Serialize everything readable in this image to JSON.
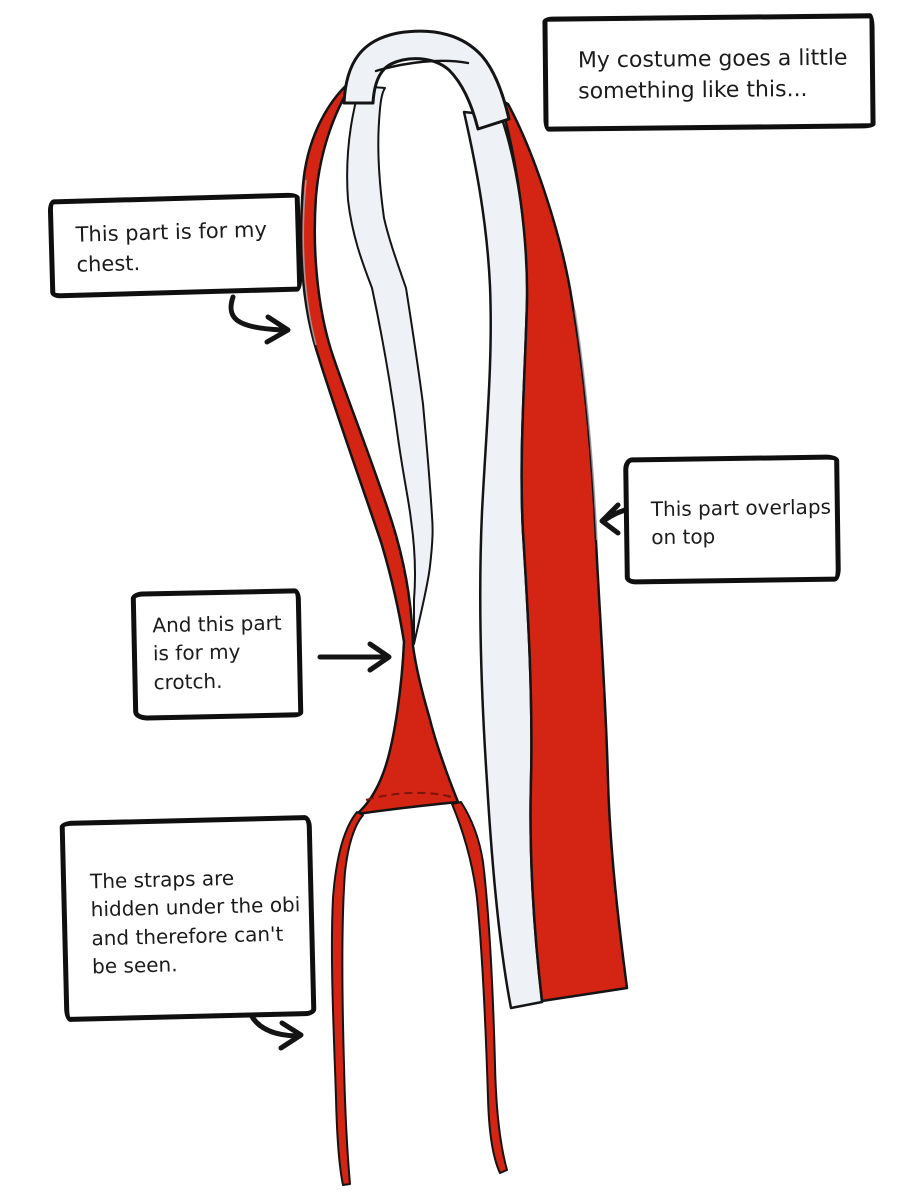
{
  "drawing": {
    "name": "hand-drawn costume sash sketch (red band with white stripe, looped at top, split straps at bottom)",
    "colors": {
      "red": "#d42413",
      "red_dark": "#7a150c",
      "stripe_white": "#eef1f5",
      "ink": "#141414",
      "sketch_gray": "#a7adb3"
    },
    "parts": [
      "neck-loop",
      "left-strap",
      "crotch-narrow",
      "crotch-triangle",
      "hidden-straps",
      "overlapping-band"
    ]
  },
  "callouts": {
    "intro": {
      "lines": [
        "My costume goes a little",
        "something like this..."
      ]
    },
    "chest": {
      "lines": [
        "This part is for my",
        "chest."
      ]
    },
    "crotch": {
      "lines": [
        "And this part",
        "is for my",
        "crotch."
      ]
    },
    "overlap": {
      "lines": [
        "This part overlaps",
        "on top"
      ]
    },
    "straps": {
      "lines": [
        "The straps are",
        "hidden under the obi",
        "and therefore can't",
        "be seen."
      ]
    }
  }
}
